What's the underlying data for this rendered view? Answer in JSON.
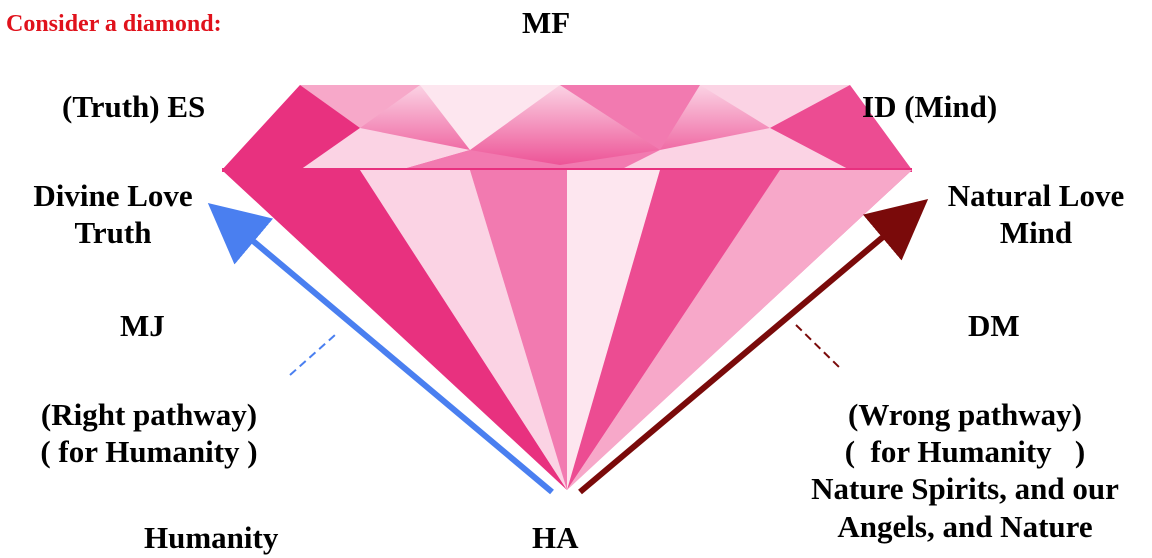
{
  "heading": "Consider a diamond:",
  "labels": {
    "mf": "MF",
    "es": "(Truth) ES",
    "id": "ID (Mind)",
    "divine_love": [
      "Divine Love",
      "Truth"
    ],
    "natural_love": [
      "Natural Love",
      "Mind"
    ],
    "mj": "MJ",
    "dm": "DM",
    "right_pathway": [
      "(Right pathway)",
      "( for Humanity )"
    ],
    "wrong_pathway": [
      "(Wrong pathway)",
      "(  for Humanity   )",
      "Nature Spirits, and our",
      "Angels, and Nature"
    ],
    "humanity": "Humanity",
    "ha": "HA"
  },
  "colors": {
    "heading": "#e0121c",
    "right_arrow": "#4a7ff0",
    "wrong_arrow": "#7a0a0a",
    "diamond_light": "#fbd3e4",
    "diamond_mid": "#f27ab0",
    "diamond_dark": "#e8317f"
  },
  "icons": {
    "diamond": "pink-diamond-icon",
    "right_arrow": "blue-arrow-up-left",
    "wrong_arrow": "darkred-arrow-up-right"
  }
}
